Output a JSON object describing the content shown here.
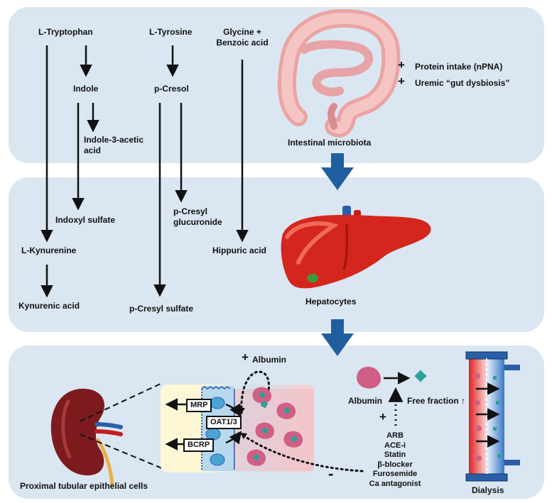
{
  "panel_top": {
    "tryptophan": "L-Tryptophan",
    "tyrosine": "L-Tyrosine",
    "glycine_line1": "Glycine +",
    "glycine_line2": "Benzoic acid",
    "indole": "Indole",
    "pcresol": "p-Cresol",
    "iaa_line1": "Indole-3-acetic",
    "iaa_line2": "acid",
    "intestinal": "Intestinal microbiota",
    "factor1": "Protein intake (nPNA)",
    "factor2": "Uremic “gut dysbiosis”",
    "plus_sign": "+"
  },
  "panel_mid": {
    "indoxyl": "Indoxyl sulfate",
    "pcg_line1": "p-Cresyl",
    "pcg_line2": "glucuronide",
    "kynurenine": "L-Kynurenine",
    "hippuric": "Hippuric acid",
    "kynurenic": "Kynurenic acid",
    "pcs": "p-Cresyl sulfate",
    "hepatocytes": "Hepatocytes"
  },
  "panel_bottom": {
    "albumin_top": "Albumin",
    "mrp": "MRP",
    "oat": "OAT1/3",
    "bcrp": "BCRP",
    "albumin": "Albumin",
    "free_fraction": "Free fraction ↑",
    "drugs": [
      "ARB",
      "ACE-i",
      "Statin",
      "β-blocker",
      "Furosemide",
      "Ca antagonist"
    ],
    "proximal": "Proximal tubular epithelial cells",
    "dialysis": "Dialysis",
    "minus_sign": "-",
    "plus_sign": "+"
  },
  "colors": {
    "panel": "#dae6f2",
    "flow_arrow": "#1f5fa0",
    "albumin": "#d05f85",
    "toxin": "#2aa199",
    "liver": "#d4261c",
    "kidney": "#7d1a1e"
  }
}
